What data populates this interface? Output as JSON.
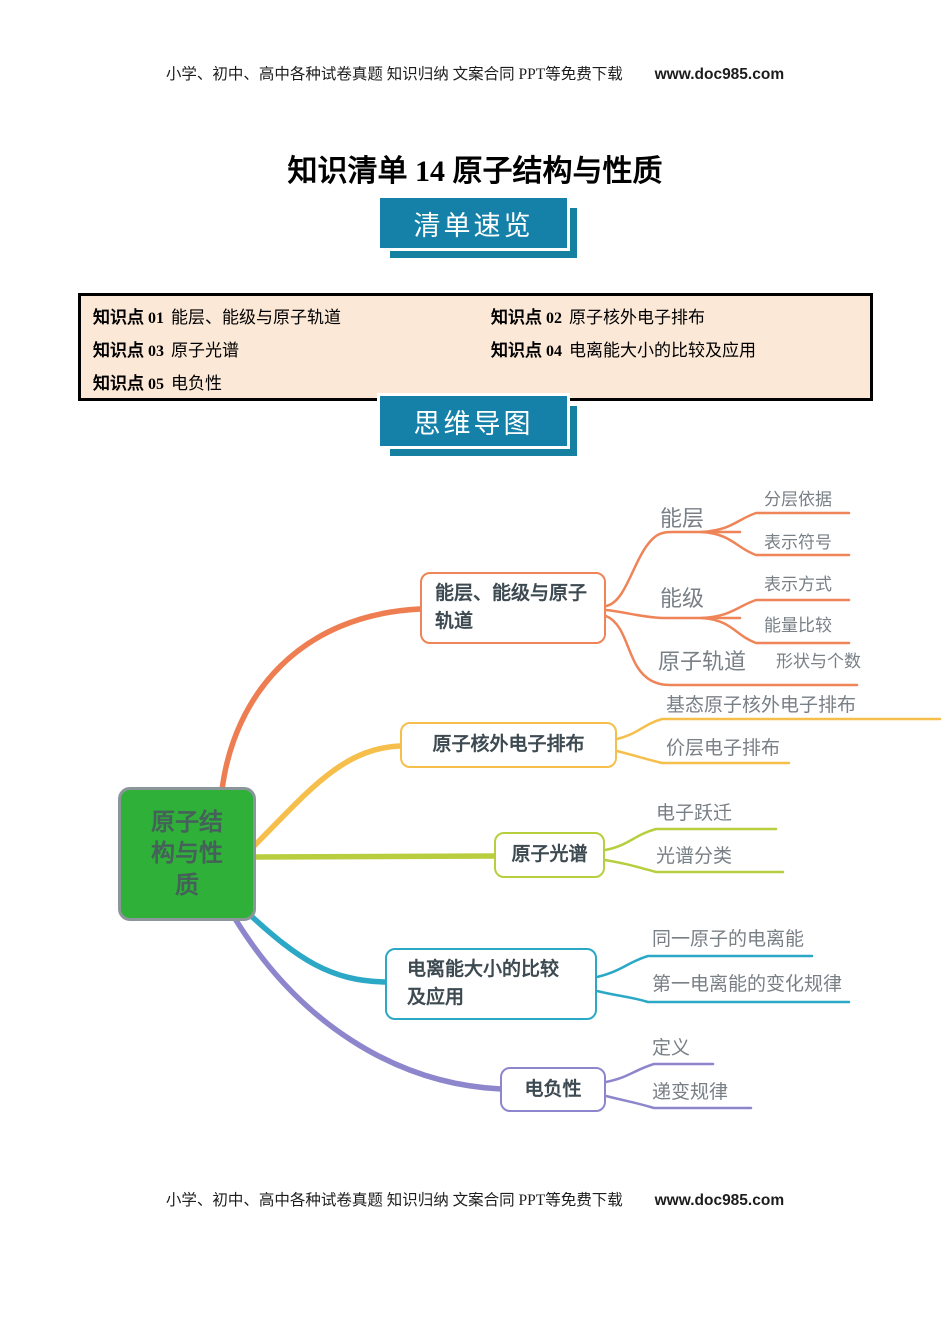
{
  "header": {
    "text": "小学、初中、高中各种试卷真题 知识归纳 文案合同 PPT等免费下载",
    "site": "www.doc985.com"
  },
  "footer": {
    "text": "小学、初中、高中各种试卷真题 知识归纳 文案合同 PPT等免费下载",
    "site": "www.doc985.com"
  },
  "title": "知识清单 14 原子结构与性质",
  "banners": {
    "overview": {
      "label": "清单速览",
      "color": "#1581a8"
    },
    "mindmap": {
      "label": "思维导图",
      "color": "#1581a8"
    }
  },
  "knowledge_points": {
    "bg_color": "#fbe8d7",
    "items": [
      {
        "tag": "知识点",
        "num": "01",
        "text": "能层、能级与原子轨道"
      },
      {
        "tag": "知识点",
        "num": "02",
        "text": "原子核外电子排布"
      },
      {
        "tag": "知识点",
        "num": "03",
        "text": "原子光谱"
      },
      {
        "tag": "知识点",
        "num": "04",
        "text": "电离能大小的比较及应用"
      },
      {
        "tag": "知识点",
        "num": "05",
        "text": "电负性"
      }
    ]
  },
  "mindmap": {
    "root": {
      "label": "原子结构与性质",
      "color": "#2eb039"
    },
    "branches": [
      {
        "label": "能层、能级与原子轨道",
        "color": "#ee8457",
        "children": [
          {
            "label": "能层",
            "children": [
              {
                "label": "分层依据"
              },
              {
                "label": "表示符号"
              }
            ]
          },
          {
            "label": "能级",
            "children": [
              {
                "label": "表示方式"
              },
              {
                "label": "能量比较"
              }
            ]
          },
          {
            "label": "原子轨道",
            "children": [
              {
                "label": "形状与个数"
              }
            ]
          }
        ]
      },
      {
        "label": "原子核外电子排布",
        "color": "#f6bf4b",
        "children": [
          {
            "label": "基态原子核外电子排布"
          },
          {
            "label": "价层电子排布"
          }
        ]
      },
      {
        "label": "原子光谱",
        "color": "#b9ce3e",
        "children": [
          {
            "label": "电子跃迁"
          },
          {
            "label": "光谱分类"
          }
        ]
      },
      {
        "label": "电离能大小的比较及应用",
        "color": "#2ba8c6",
        "children": [
          {
            "label": "同一原子的电离能"
          },
          {
            "label": "第一电离能的变化规律"
          }
        ]
      },
      {
        "label": "电负性",
        "color": "#8e86cc",
        "children": [
          {
            "label": "定义"
          },
          {
            "label": "递变规律"
          }
        ]
      }
    ]
  }
}
